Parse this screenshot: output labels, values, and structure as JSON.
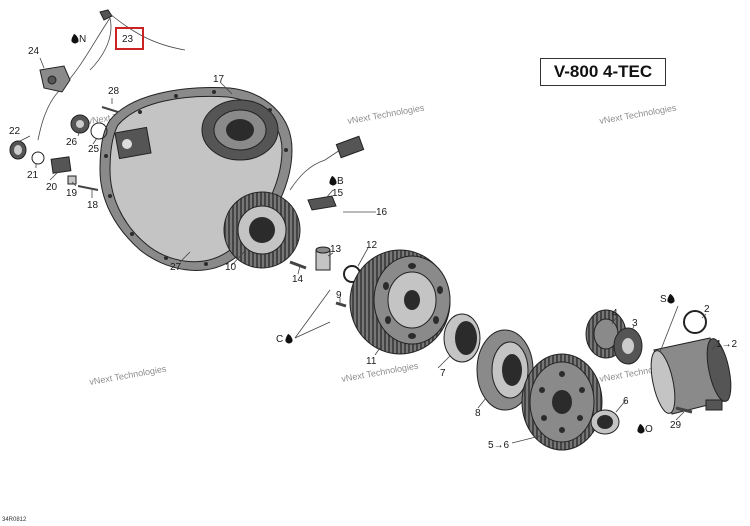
{
  "diagram": {
    "model": "V-800 4-TEC",
    "drawing_code": "34R0812",
    "watermark": "vNext Technologies",
    "highlighted_callout": "23",
    "callouts": {
      "c1": "1→2",
      "c2": "2",
      "c3": "3",
      "c4": "4",
      "c5": "5→6",
      "c6": "6",
      "c7": "7",
      "c8": "8",
      "c9": "9",
      "c10": "10",
      "c11": "11",
      "c12": "12",
      "c13": "13",
      "c14": "14",
      "c15": "15",
      "c16": "16",
      "c17": "17",
      "c18": "18",
      "c19": "19",
      "c20": "20",
      "c21": "21",
      "c22": "22",
      "c23": "23",
      "c24": "24",
      "c25": "25",
      "c26": "26",
      "c27": "27",
      "c28": "28",
      "c29": "29"
    },
    "symbol_notes": {
      "n": "N",
      "b": "B",
      "c": "C",
      "s": "S",
      "o": "O"
    }
  }
}
